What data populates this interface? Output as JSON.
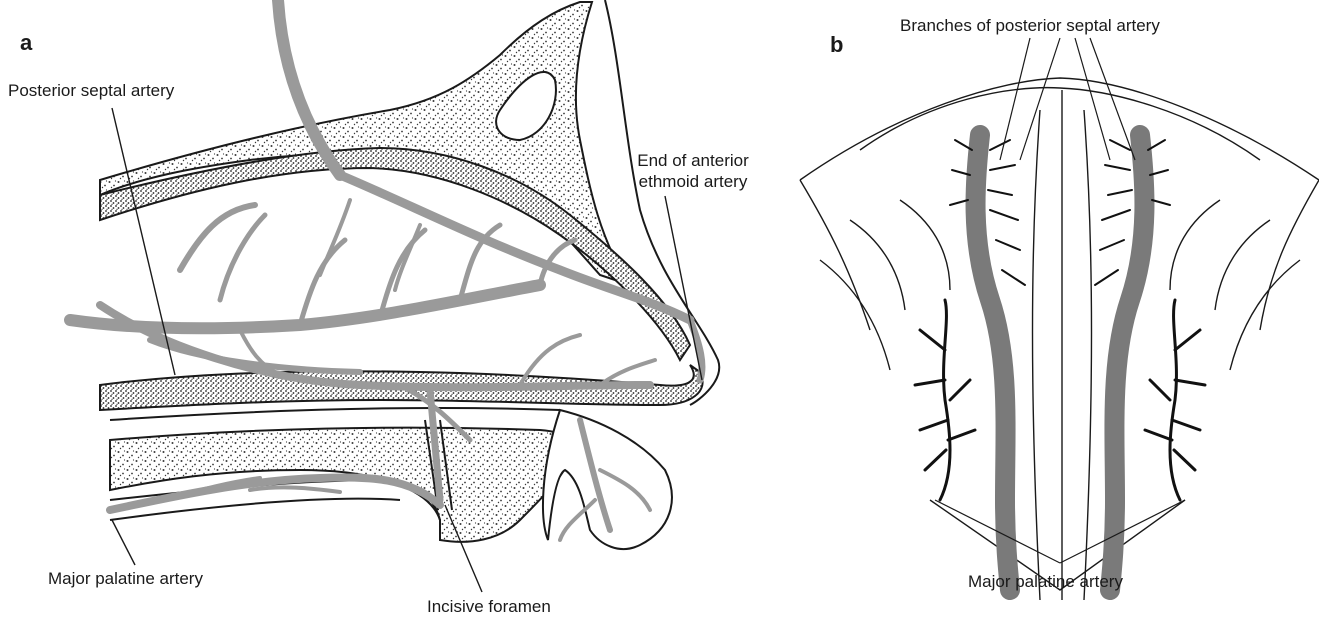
{
  "panels": {
    "a": {
      "letter": "a",
      "labels": {
        "posterior_septal_artery": "Posterior septal artery",
        "end_of_anterior_line1": "End of anterior",
        "end_of_anterior_line2": "ethmoid artery",
        "major_palatine_artery": "Major palatine artery",
        "incisive_foramen": "Incisive foramen"
      }
    },
    "b": {
      "letter": "b",
      "labels": {
        "branches_of_posterior_septal_artery": "Branches of posterior septal artery",
        "major_palatine_artery": "Major palatine artery"
      }
    }
  },
  "colors": {
    "artery_fill": "#9a9a9a",
    "bone_stipple": "#3a3a3a",
    "outline": "#1a1a1a",
    "vessel_dark": "#111111"
  }
}
